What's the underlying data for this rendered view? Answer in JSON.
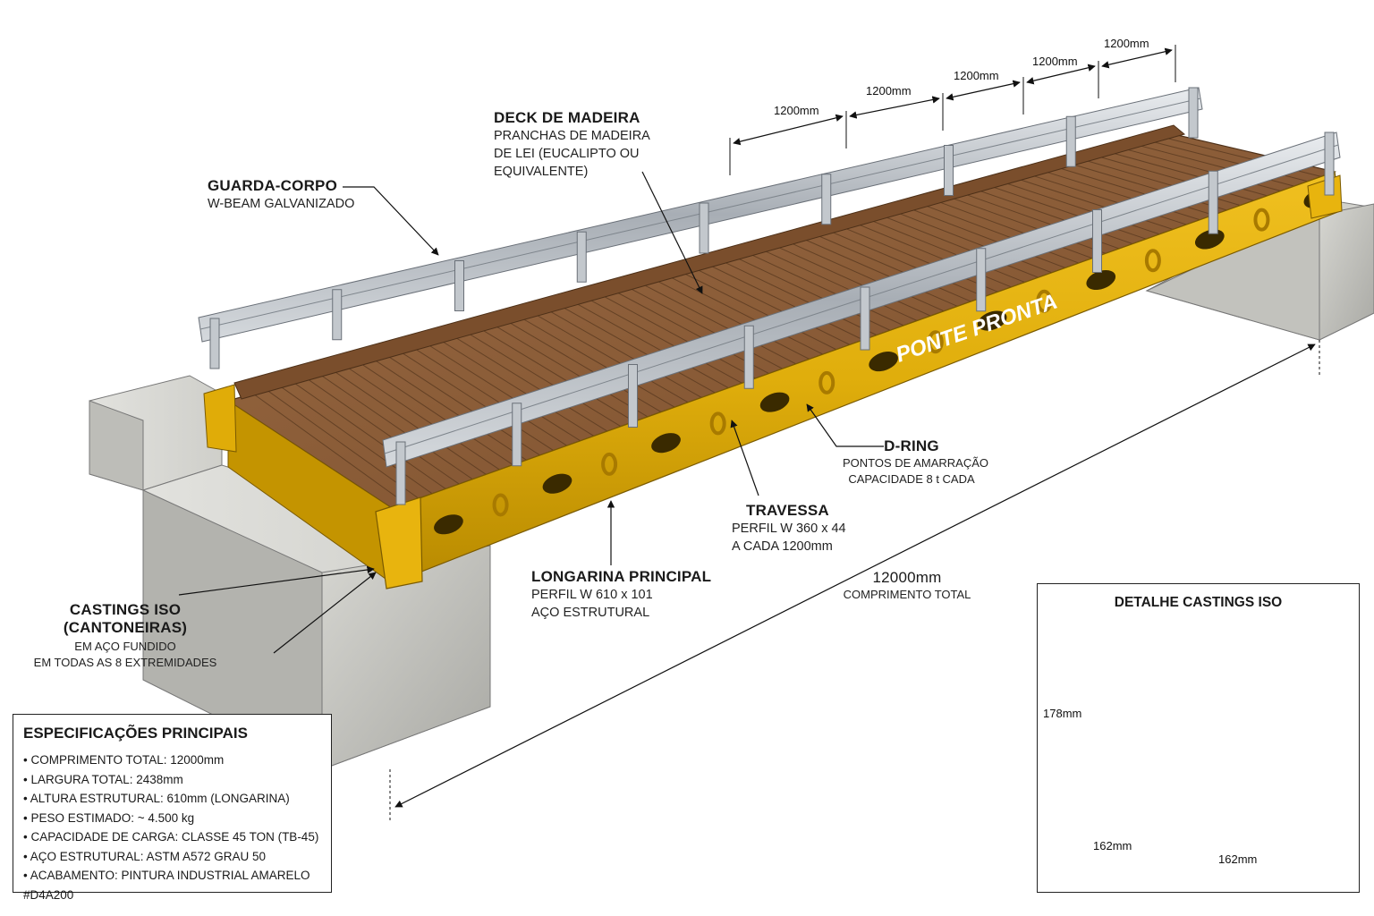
{
  "labels": {
    "deck": {
      "title": "DECK DE MADEIRA",
      "lines": [
        "PRANCHAS DE MADEIRA",
        "DE LEI (EUCALIPTO OU",
        "EQUIVALENTE)"
      ]
    },
    "guarda": {
      "title": "GUARDA-CORPO",
      "sub": "W-BEAM GALVANIZADO"
    },
    "dring": {
      "title": "D-RING",
      "lines": [
        "PONTOS DE AMARRAÇÃO",
        "CAPACIDADE 8 t CADA"
      ]
    },
    "travessa": {
      "title": "TRAVESSA",
      "lines": [
        "PERFIL W 360 x 44",
        "A CADA 1200mm"
      ]
    },
    "longarina": {
      "title": "LONGARINA PRINCIPAL",
      "lines": [
        "PERFIL W 610 x 101",
        "AÇO ESTRUTURAL"
      ]
    },
    "castings": {
      "title_lines": [
        "CASTINGS ISO",
        "(CANTONEIRAS)"
      ],
      "lines": [
        "EM AÇO FUNDIDO",
        "EM TODAS AS 8 EXTREMIDADES"
      ]
    },
    "total": {
      "value": "12000mm",
      "sub": "COMPRIMENTO TOTAL"
    },
    "brand": "PONTE PRONTA"
  },
  "spans": [
    "1200mm",
    "1200mm",
    "1200mm",
    "1200mm",
    "1200mm"
  ],
  "specs": {
    "title": "ESPECIFICAÇÕES PRINCIPAIS",
    "items": [
      "COMPRIMENTO TOTAL: 12000mm",
      "LARGURA TOTAL: 2438mm",
      "ALTURA ESTRUTURAL: 610mm (LONGARINA)",
      "PESO ESTIMADO: ~ 4.500 kg",
      "CAPACIDADE DE CARGA: CLASSE 45 TON (TB-45)",
      "AÇO ESTRUTURAL: ASTM A572 GRAU 50",
      "ACABAMENTO: PINTURA INDUSTRIAL AMARELO #D4A200"
    ]
  },
  "detail": {
    "title": "DETALHE CASTINGS ISO",
    "height": "178mm",
    "width_left": "162mm",
    "width_right": "162mm"
  },
  "colors": {
    "steel_yellow": "#D4A200",
    "wood": "#8a5a35",
    "concrete": "#c9c9c4",
    "rail": "#b8bec4"
  }
}
